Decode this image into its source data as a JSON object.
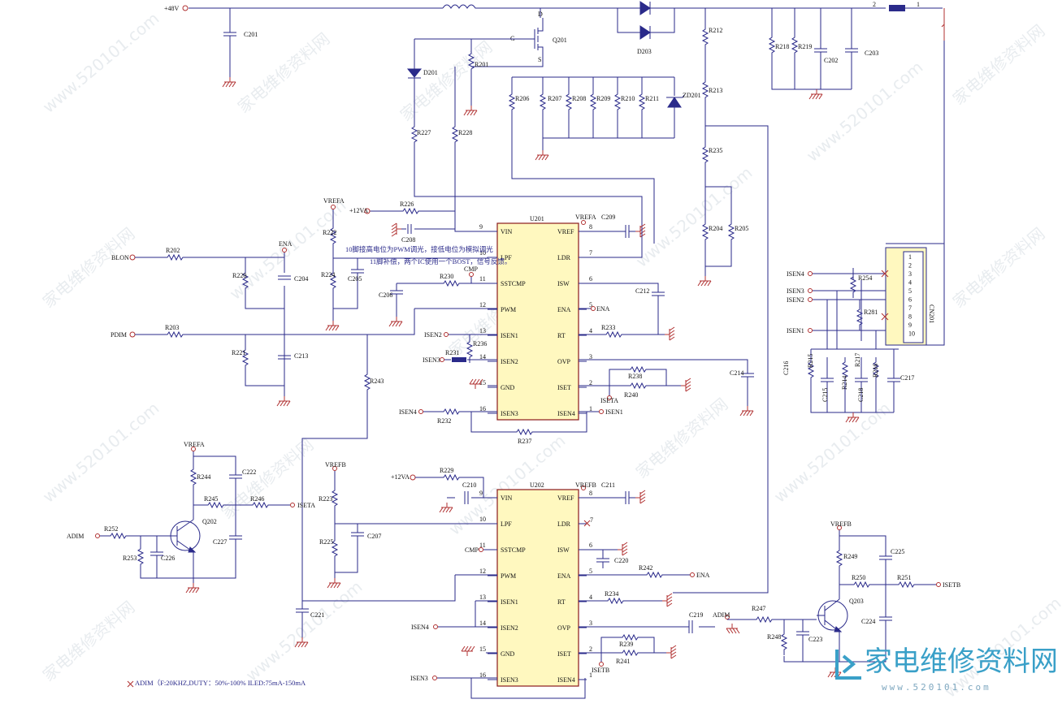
{
  "diagram": {
    "ics": [
      {
        "ref": "U201",
        "left_pins": [
          {
            "n": "9",
            "name": "VIN"
          },
          {
            "n": "10",
            "name": "LPF"
          },
          {
            "n": "11",
            "name": "SSTCMP"
          },
          {
            "n": "12",
            "name": "PWM"
          },
          {
            "n": "13",
            "name": "ISEN1"
          },
          {
            "n": "14",
            "name": "ISEN2"
          },
          {
            "n": "15",
            "name": "GND"
          },
          {
            "n": "16",
            "name": "ISEN3"
          }
        ],
        "right_pins": [
          {
            "n": "8",
            "name": "VREF"
          },
          {
            "n": "7",
            "name": "LDR"
          },
          {
            "n": "6",
            "name": "ISW"
          },
          {
            "n": "5",
            "name": "ENA"
          },
          {
            "n": "4",
            "name": "RT"
          },
          {
            "n": "3",
            "name": "OVP"
          },
          {
            "n": "2",
            "name": "ISET"
          },
          {
            "n": "1",
            "name": "ISEN4"
          }
        ]
      },
      {
        "ref": "U202",
        "left_pins": [
          {
            "n": "9",
            "name": "VIN"
          },
          {
            "n": "10",
            "name": "LPF"
          },
          {
            "n": "11",
            "name": "SSTCMP"
          },
          {
            "n": "12",
            "name": "PWM"
          },
          {
            "n": "13",
            "name": "ISEN1"
          },
          {
            "n": "14",
            "name": "ISEN2"
          },
          {
            "n": "15",
            "name": "GND"
          },
          {
            "n": "16",
            "name": "ISEN3"
          }
        ],
        "right_pins": [
          {
            "n": "8",
            "name": "VREF"
          },
          {
            "n": "7",
            "name": "LDR"
          },
          {
            "n": "6",
            "name": "ISW"
          },
          {
            "n": "5",
            "name": "ENA"
          },
          {
            "n": "4",
            "name": "RT"
          },
          {
            "n": "3",
            "name": "OVP"
          },
          {
            "n": "2",
            "name": "ISET"
          },
          {
            "n": "1",
            "name": "ISEN4"
          }
        ]
      }
    ],
    "connector": {
      "ref": "CN201",
      "pins": [
        "1",
        "2",
        "3",
        "4",
        "5",
        "6",
        "7",
        "8",
        "9",
        "10"
      ]
    },
    "components": {
      "C201": "C201",
      "R201": "R201",
      "D201": "D201",
      "R227": "R227",
      "R228": "R228",
      "Q201": "Q201",
      "G": "G",
      "D": "D",
      "S": "S",
      "D203": "D203",
      "R206": "R206",
      "R207": "R207",
      "R208": "R208",
      "R209": "R209",
      "R210": "R210",
      "R211": "R211",
      "ZD201": "ZD201",
      "R212": "R212",
      "R213": "R213",
      "R235": "R235",
      "R204": "R204",
      "R205": "R205",
      "R218": "R218",
      "R219": "R219",
      "C202": "C202",
      "C203": "C203",
      "R226": "R226",
      "C208": "C208",
      "R202": "R202",
      "R220": "R220",
      "C204": "C204",
      "R222": "R222",
      "R224": "R224",
      "C205": "C205",
      "R230": "R230",
      "C206": "C206",
      "R203": "R203",
      "R221": "R221",
      "C213": "C213",
      "R236": "R236",
      "R231": "R231",
      "R232": "R232",
      "R237": "R237",
      "R243": "R243",
      "C209": "C209",
      "C212": "C212",
      "R233": "R233",
      "R238": "R238",
      "R240": "R240",
      "C214": "C214",
      "R254": "R254",
      "R281": "R281",
      "C216": "C216",
      "R215": "R215",
      "C215": "C215",
      "R214": "R214",
      "R217": "R217",
      "C218": "C218",
      "R216": "R216",
      "C217": "C217",
      "R244": "R244",
      "C222": "C222",
      "R245": "R245",
      "R246": "R246",
      "Q202": "Q202",
      "R252": "R252",
      "R253": "R253",
      "C226": "C226",
      "C227": "C227",
      "R223": "R223",
      "R225": "R225",
      "C207": "C207",
      "R229": "R229",
      "C210": "C210",
      "C211": "C211",
      "C220": "C220",
      "R242": "R242",
      "R234": "R234",
      "C219": "C219",
      "R239": "R239",
      "R241": "R241",
      "C221": "C221",
      "R247": "R247",
      "R248": "R248",
      "C223": "C223",
      "R249": "R249",
      "R250": "R250",
      "R251": "R251",
      "C225": "C225",
      "C224": "C224",
      "Q203": "Q203"
    },
    "nets": {
      "v48": "+48V",
      "v12a": "+12VA",
      "v12b": "+12VA",
      "vrefa": "VREFA",
      "vrefa2": "VREFA",
      "vrefa3": "VREFA",
      "vrefb": "VREFB",
      "vrefb2": "VREFB",
      "vrefb3": "VREFB",
      "blon": "BLON",
      "pdim": "PDIM",
      "ena1": "ENA",
      "ena2": "ENA",
      "ena3": "ENA",
      "cmp1": "CMP",
      "cmp2": "CMP",
      "adim1": "ADIM",
      "adim2": "ADIM",
      "iseta1": "ISETA",
      "iseta2": "ISETA",
      "isetb1": "ISETB",
      "isetb2": "ISETB",
      "isen1a": "ISEN1",
      "isen1b": "ISEN1",
      "isen2a": "ISEN2",
      "isen2b": "ISEN2",
      "isen3a": "ISEN3",
      "isen3b": "ISEN3",
      "isen3c": "ISEN3",
      "isen4a": "ISEN4",
      "isen4b": "ISEN4",
      "isen4c": "ISEN4",
      "fuse1": "1",
      "fuse2": "2"
    },
    "notes": {
      "note1": "10脚接高电位为PWM调光，接低电位为模拟调光",
      "note2": "11脚补偿，两个IC使用一个BOST，信号反馈。",
      "bottom": "ADIM（F:20KHZ,DUTY：50%-100%   ILED:75mA-150mA"
    },
    "watermark": "www.520101.com",
    "watermark_cn": "家电维修资料网",
    "logo": {
      "text": "家电维修资料网",
      "url": "www.520101.com"
    }
  }
}
